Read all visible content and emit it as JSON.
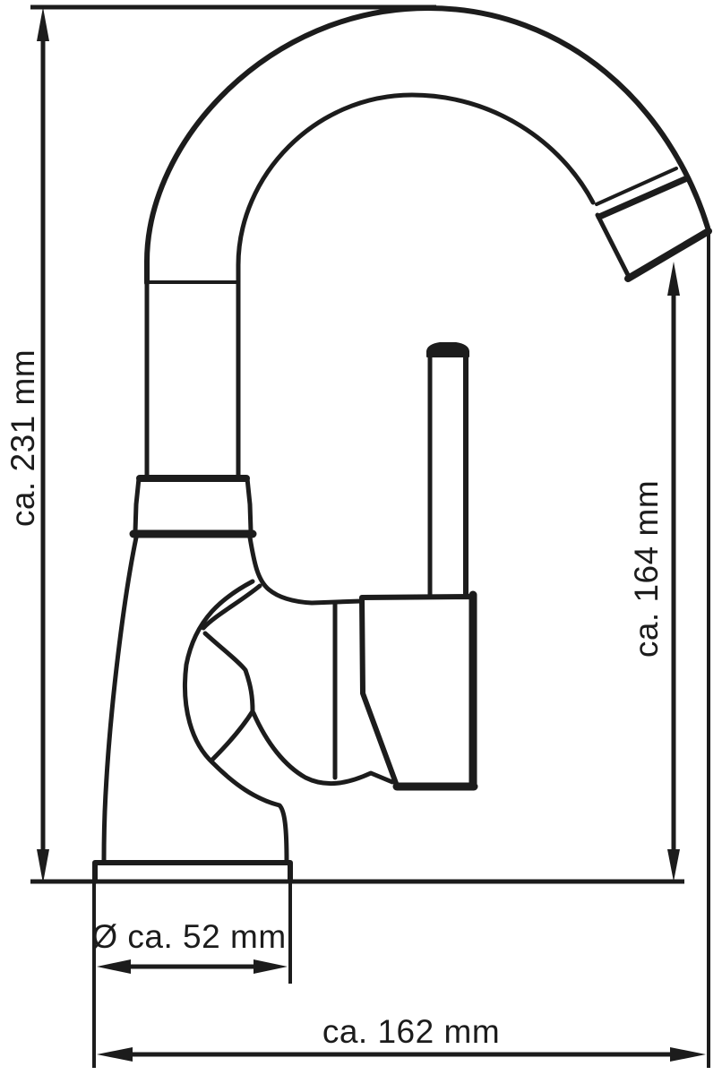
{
  "drawing": {
    "background": "#ffffff",
    "line_color": "#1c1c1c",
    "labels": {
      "total_height": "ca. 231 mm",
      "spout_height": "ca. 164 mm",
      "base_diameter": "Ø ca. 52 mm",
      "total_depth": "ca. 162 mm"
    }
  }
}
